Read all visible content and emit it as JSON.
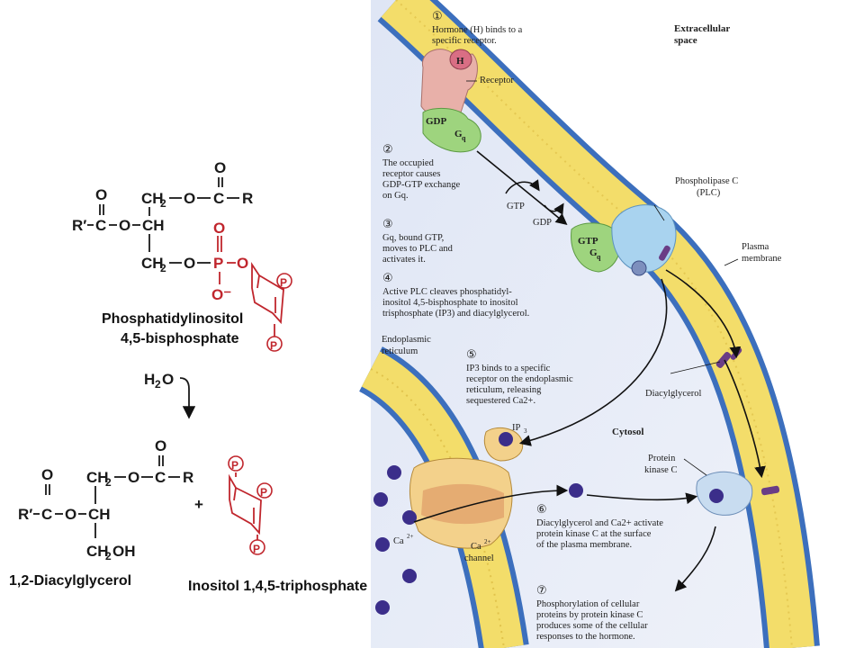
{
  "chemistry": {
    "pip2": {
      "name_line1": "Phosphatidylinositol",
      "name_line2": "4,5-bisphosphate",
      "r_prime": "R′",
      "c": "C",
      "o": "O",
      "ch2": "CH",
      "sub2": "2",
      "ch": "CH",
      "r": "R",
      "p": "P",
      "o_minus": "O⁻",
      "phos_badge": "P"
    },
    "water": {
      "h": "H",
      "sub": "2",
      "o": "O"
    },
    "dag": {
      "name": "1,2-Diacylglycerol",
      "r_prime": "R′",
      "c": "C",
      "o": "O",
      "ch2_top": "CH",
      "sub2": "2",
      "ch": "CH",
      "ch2oh": "OH",
      "r": "R"
    },
    "plus": "+",
    "ip3": {
      "name": "Inositol 1,4,5-triphosphate",
      "phos_badge": "P"
    }
  },
  "diagram": {
    "region_extracellular_line1": "Extracellular",
    "region_extracellular_line2": "space",
    "region_cytosol": "Cytosol",
    "plasma_membrane_line1": "Plasma",
    "plasma_membrane_line2": "membrane",
    "er_line1": "Endoplasmic",
    "er_line2": "reticulum",
    "receptor": "Receptor",
    "hormone_tag": "H",
    "gdp": "GDP",
    "gtp": "GTP",
    "gq": "G",
    "gq_sub": "q",
    "plc_line1": "Phospholipase C",
    "plc_line2": "(PLC)",
    "diacylglycerol": "Diacylglycerol",
    "pkc_line1": "Protein",
    "pkc_line2": "kinase C",
    "ip3": "IP",
    "ip3_sub": "3",
    "ca": "Ca",
    "ca_sup": "2+",
    "ca_channel_line1": "Ca",
    "ca_channel_line2": "channel",
    "steps": [
      {
        "num": "①",
        "lines": [
          "Hormone (H) binds to a",
          "specific receptor."
        ]
      },
      {
        "num": "②",
        "lines": [
          "The occupied",
          "receptor causes",
          "GDP-GTP exchange",
          "on Gq."
        ]
      },
      {
        "num": "③",
        "lines": [
          "Gq, bound GTP,",
          "moves to PLC and",
          "activates it."
        ]
      },
      {
        "num": "④",
        "lines": [
          "Active PLC cleaves phosphatidyl-",
          "inositol 4,5-bisphosphate to inositol",
          "trisphosphate (IP3) and diacylglycerol."
        ]
      },
      {
        "num": "⑤",
        "lines": [
          "IP3 binds to a specific",
          "receptor on the endoplasmic",
          "reticulum, releasing",
          "sequestered Ca2+."
        ]
      },
      {
        "num": "⑥",
        "lines": [
          "Diacylglycerol and Ca2+ activate",
          "protein kinase C at the surface",
          "of the plasma membrane."
        ]
      },
      {
        "num": "⑦",
        "lines": [
          "Phosphorylation of cellular",
          "proteins by protein kinase C",
          "produces some of the cellular",
          "responses to the hormone."
        ]
      }
    ]
  },
  "colors": {
    "membrane_yellow": "#f3dd6a",
    "membrane_head": "#4a7ec8",
    "cytosol": "#e6ecf7",
    "receptor": "#e6a6a4",
    "gq": "#8fcf6e",
    "plc": "#a9d3ef",
    "chem_red": "#c0262d",
    "ca_ion": "#3b2e8a"
  }
}
